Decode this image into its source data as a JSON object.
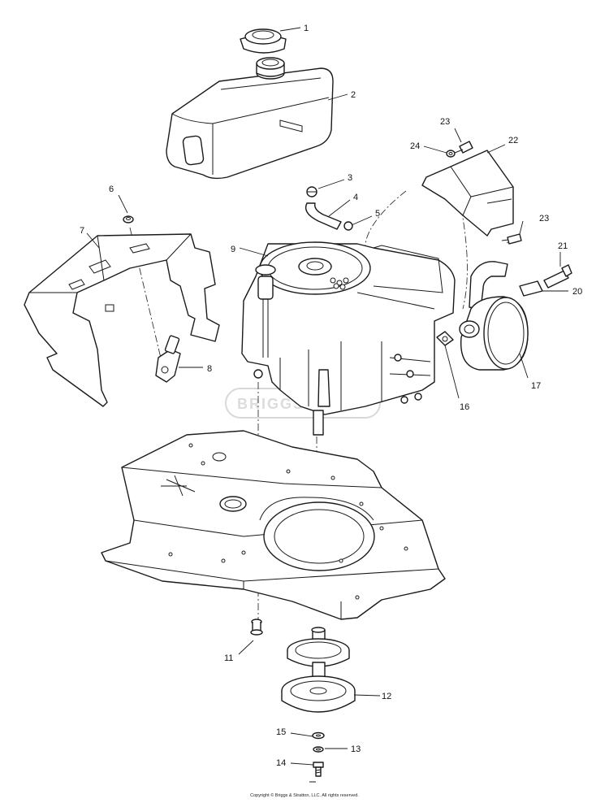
{
  "diagram": {
    "callouts": [
      {
        "id": "1",
        "label": "1"
      },
      {
        "id": "2",
        "label": "2"
      },
      {
        "id": "3",
        "label": "3"
      },
      {
        "id": "4",
        "label": "4"
      },
      {
        "id": "5",
        "label": "5"
      },
      {
        "id": "6",
        "label": "6"
      },
      {
        "id": "7",
        "label": "7"
      },
      {
        "id": "8",
        "label": "8"
      },
      {
        "id": "9",
        "label": "9"
      },
      {
        "id": "11",
        "label": "11"
      },
      {
        "id": "12",
        "label": "12"
      },
      {
        "id": "13",
        "label": "13"
      },
      {
        "id": "14",
        "label": "14"
      },
      {
        "id": "15",
        "label": "15"
      },
      {
        "id": "16",
        "label": "16"
      },
      {
        "id": "17",
        "label": "17"
      },
      {
        "id": "20",
        "label": "20"
      },
      {
        "id": "21",
        "label": "21"
      },
      {
        "id": "22",
        "label": "22"
      },
      {
        "id": "23a",
        "label": "23"
      },
      {
        "id": "23b",
        "label": "23"
      },
      {
        "id": "24",
        "label": "24"
      }
    ],
    "watermark": "BRIGGS"
  },
  "footer": {
    "copyright": "Copyright © Briggs & Stratton, LLC. All rights reserved."
  }
}
